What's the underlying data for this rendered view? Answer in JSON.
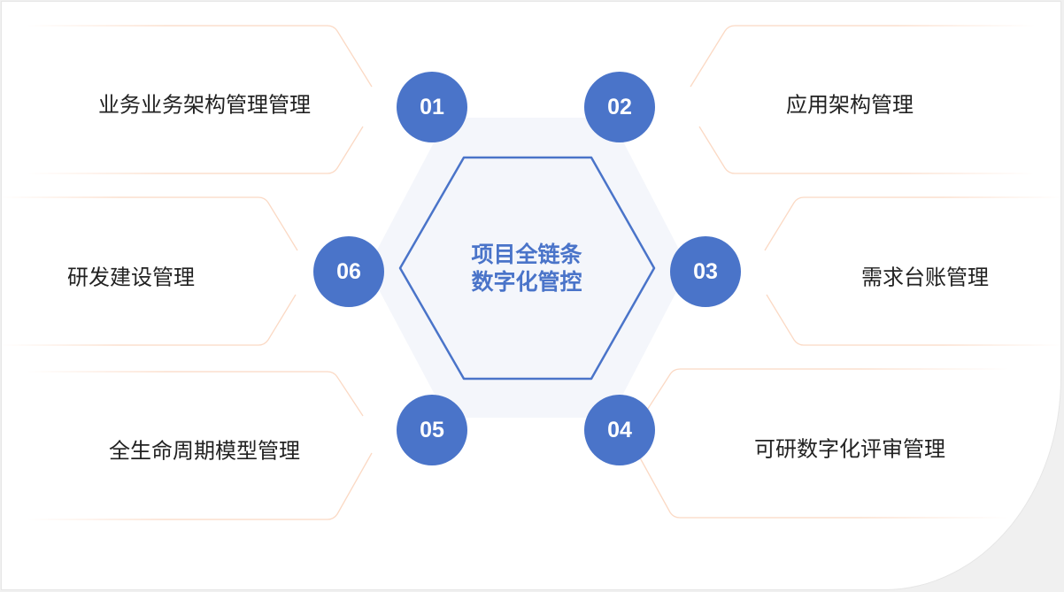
{
  "center_title": "项目全链条数字化管控",
  "items": [
    {
      "num": "01",
      "label": "业务业务架构管理管理"
    },
    {
      "num": "02",
      "label": "应用架构管理"
    },
    {
      "num": "03",
      "label": "需求台账管理"
    },
    {
      "num": "04",
      "label": "可研数字化评审管理"
    },
    {
      "num": "05",
      "label": "全生命周期模型管理"
    },
    {
      "num": "06",
      "label": "研发建设管理"
    }
  ],
  "colors": {
    "accent": "#4a74c9",
    "card_line": "#fbd9c4",
    "hex_bg": "#f4f6fb"
  }
}
